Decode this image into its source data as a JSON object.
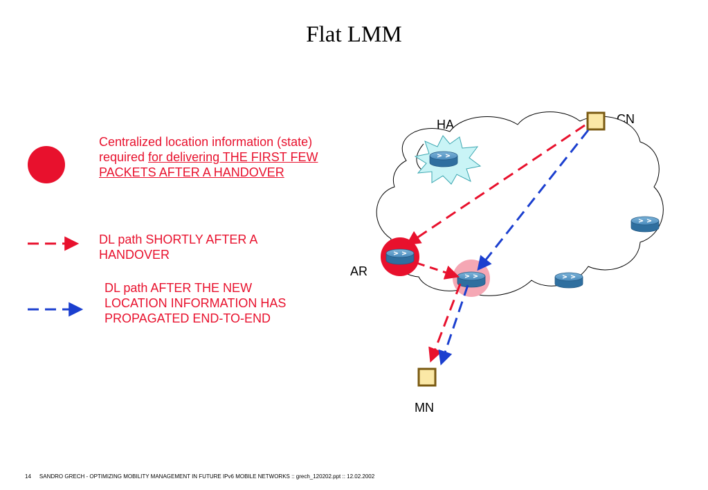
{
  "slide": {
    "title": "Flat LMM"
  },
  "legend": {
    "item1_text_plain": "Centralized location information (state) required ",
    "item1_text_underlined": "for delivering THE FIRST FEW PACKETS AFTER A HANDOVER",
    "item2_text": "DL path SHORTLY AFTER A HANDOVER",
    "item3_text": "DL path AFTER THE NEW LOCATION INFORMATION HAS PROPAGATED END-TO-END"
  },
  "nodes": {
    "ha": "HA",
    "cn": "CN",
    "ar": "AR",
    "mn": "MN"
  },
  "footer": {
    "page": "14",
    "text": "SANDRO GRECH - OPTIMIZING MOBILITY MANAGEMENT IN FUTURE IPv6 MOBILE NETWORKS :: grech_120202.ppt :: 12.02.2002"
  },
  "colors": {
    "red": "#e8112d",
    "blue": "#1b3fcf",
    "router": "#3d7fb0",
    "node_fill": "#fbe8a6",
    "node_border": "#7a5a12",
    "ha_star": "#c9f4f6",
    "ar_circle": "#e8112d",
    "new_ar_circle": "#f5a7b4"
  }
}
